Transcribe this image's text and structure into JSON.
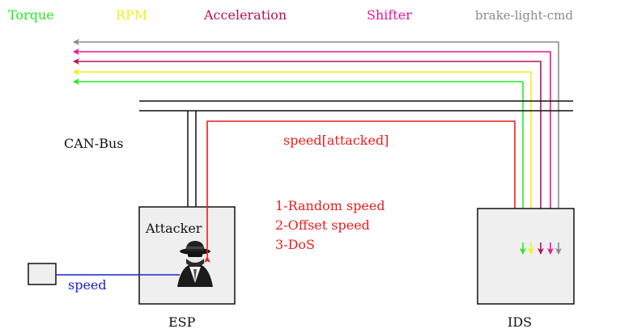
{
  "legend": {
    "torque": {
      "label": "Torque",
      "color": "#22ee22"
    },
    "rpm": {
      "label": "RPM",
      "color": "#f0f01a"
    },
    "acceleration": {
      "label": "Acceleration",
      "color": "#b0155a"
    },
    "shifter": {
      "label": "Shifter",
      "color": "#e8179b"
    },
    "brake": {
      "label": "brake-light-cmd",
      "color": "#8a8a8a"
    }
  },
  "bus": {
    "label": "CAN-Bus",
    "color": "#111111"
  },
  "attack": {
    "signal_label": "speed[attacked]",
    "color": "#ee1c1c",
    "modes": [
      "1-Random speed",
      "2-Offset speed",
      "3-DoS"
    ]
  },
  "esp": {
    "label": "ESP",
    "attacker_label": "Attacker"
  },
  "ids": {
    "label": "IDS"
  },
  "sensor": {
    "signal_label": "speed",
    "color": "#1a22cc"
  },
  "box_fill": "#efefef"
}
